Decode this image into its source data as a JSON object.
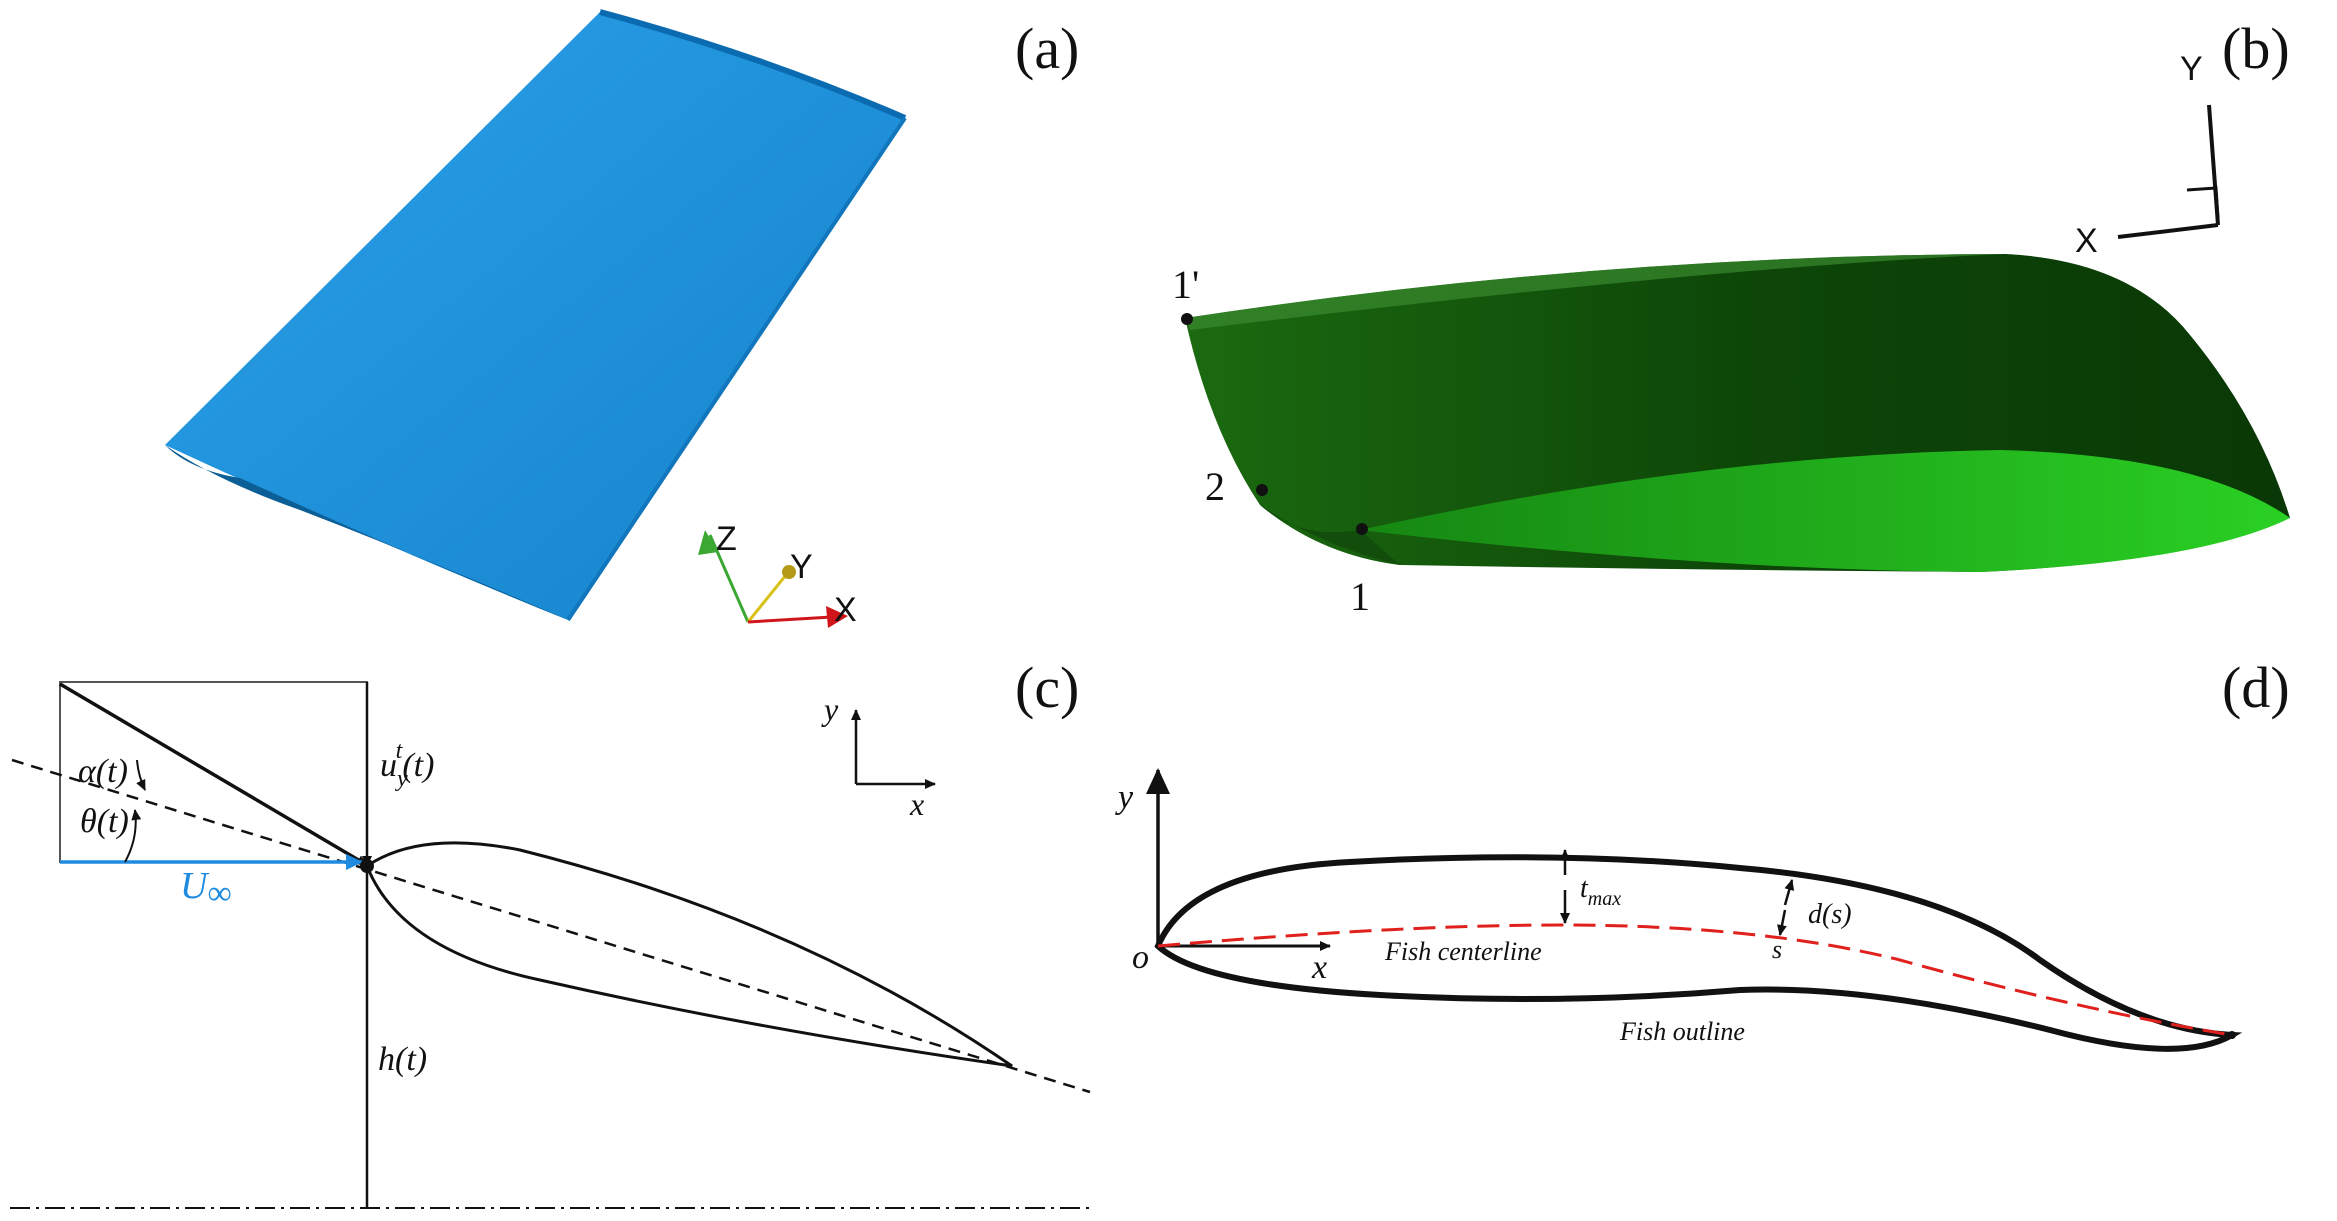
{
  "panels": {
    "a": {
      "label": "(a)",
      "axes": {
        "z": "Z",
        "y": "Y",
        "x": "X"
      },
      "colors": {
        "wing": "#1b8fd9",
        "z_axis": "#3aa832",
        "y_axis": "#d8c21a",
        "x_axis": "#d0161b"
      }
    },
    "b": {
      "label": "(b)",
      "points": {
        "p1prime": "1'",
        "p2": "2",
        "p1": "1"
      },
      "axes": {
        "y": "Y",
        "x": "X"
      },
      "colors": {
        "dark": "#0f4a0a",
        "light": "#22c21d"
      }
    },
    "c": {
      "label": "(c)",
      "symbols": {
        "alpha": "α(t)",
        "theta": "θ(t)",
        "u_base": "u",
        "u_sub": "y",
        "u_sup": "t",
        "u_tail": "(t)",
        "U": "U",
        "U_sub": "∞",
        "h": "h(t)"
      },
      "axes": {
        "y": "y",
        "x": "x"
      },
      "colors": {
        "freestream": "#1e8be0"
      }
    },
    "d": {
      "label": "(d)",
      "axes": {
        "y": "y",
        "x": "x",
        "origin": "o"
      },
      "t_base": "t",
      "t_sub": "max",
      "ds": "d(s)",
      "s": "s",
      "centerline": "Fish centerline",
      "outline": "Fish outline",
      "colors": {
        "centerline": "#e0201c"
      }
    }
  }
}
